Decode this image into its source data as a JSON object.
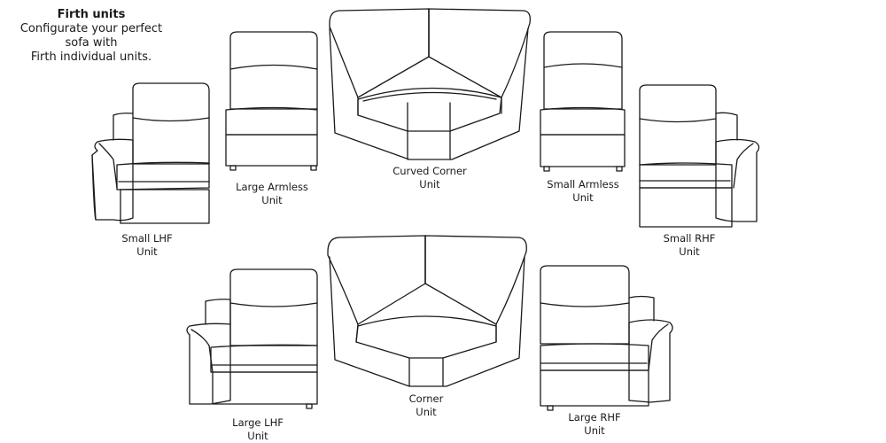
{
  "header": {
    "title": "Firth units",
    "lines": [
      "Configurate your perfect",
      "sofa with",
      "Firth individual units."
    ]
  },
  "units": {
    "small_lhf": {
      "line1": "Small LHF",
      "line2": "Unit"
    },
    "large_armless": {
      "line1": "Large Armless",
      "line2": "Unit"
    },
    "curved_corner": {
      "line1": "Curved Corner",
      "line2": "Unit"
    },
    "small_armless": {
      "line1": "Small Armless",
      "line2": "Unit"
    },
    "small_rhf": {
      "line1": "Small RHF",
      "line2": "Unit"
    },
    "large_lhf": {
      "line1": "Large LHF",
      "line2": "Unit"
    },
    "corner": {
      "line1": "Corner",
      "line2": "Unit"
    },
    "large_rhf": {
      "line1": "Large RHF",
      "line2": "Unit"
    }
  },
  "colors": {
    "line": "#1a1a1a",
    "background": "#ffffff"
  }
}
